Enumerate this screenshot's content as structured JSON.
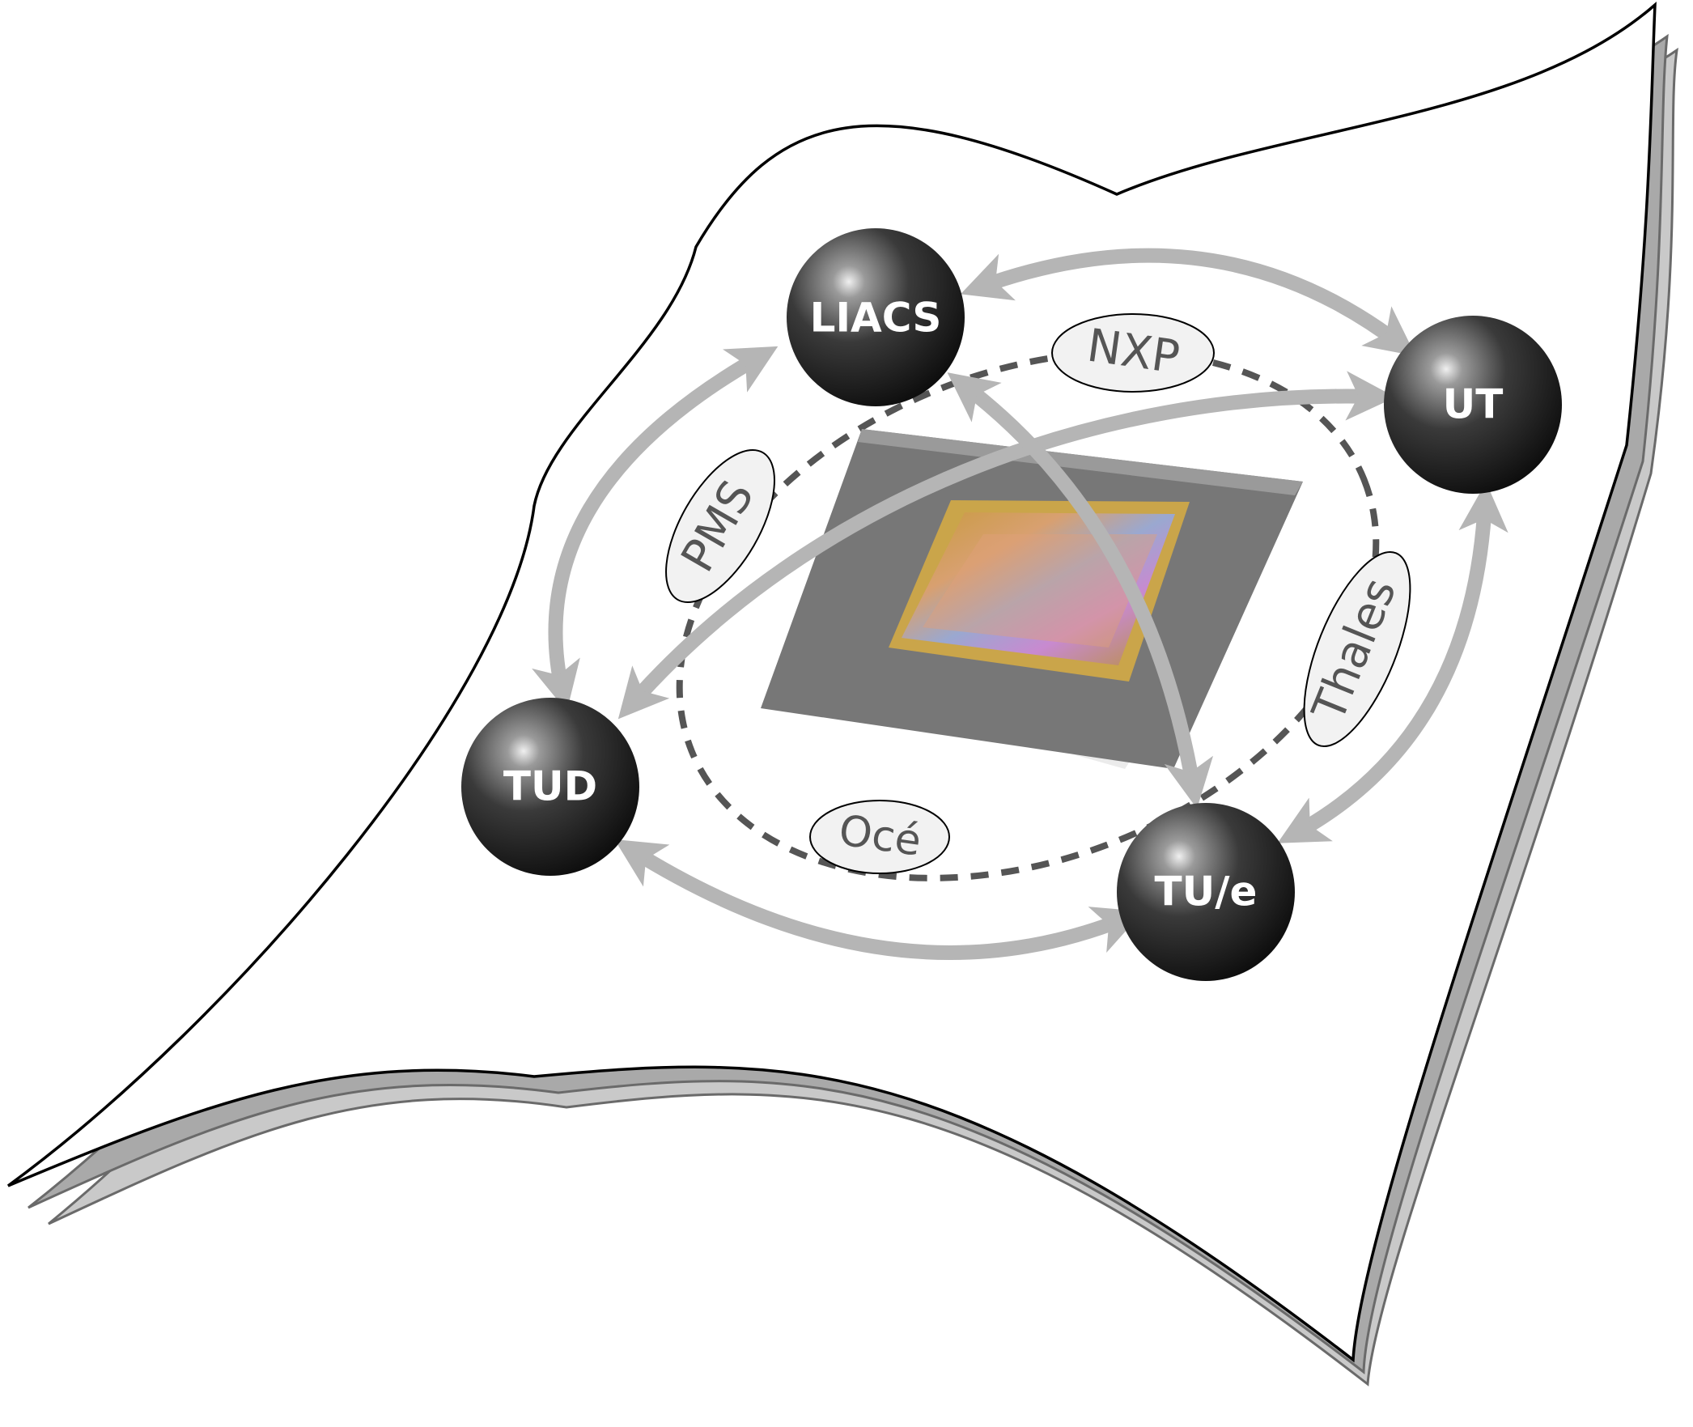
{
  "nodes": {
    "liacs": "LIACS",
    "ut": "UT",
    "tud": "TUD",
    "tue": "TU/e"
  },
  "partners": {
    "nxp": "NXP",
    "pms": "PMS",
    "thales": "Thales",
    "oce": "Océ"
  },
  "colors": {
    "arrow": "#b5b5b5",
    "dashed_ring": "#555555",
    "sheet_fill": "#ffffff",
    "sheet_outline": "#000000",
    "sheet_shadow_1": "#a9a9a9",
    "sheet_shadow_2": "#c9c9c9",
    "sphere_dark": "#1a1a1a",
    "partner_fill": "#f2f2f2"
  },
  "icons": {
    "center_image": "chip-icon",
    "node_shape": "sphere-icon"
  }
}
